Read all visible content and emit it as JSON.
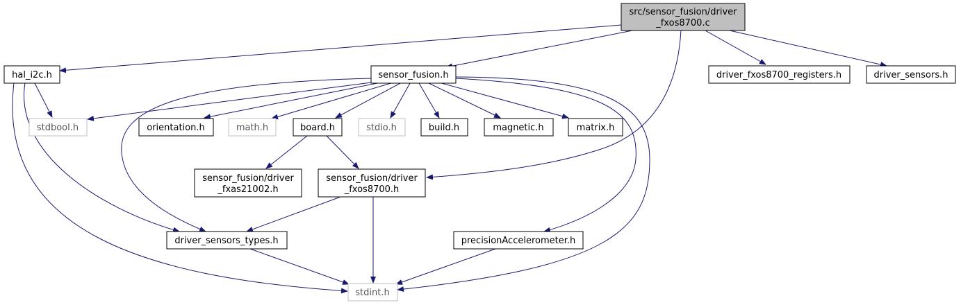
{
  "graph": {
    "colors": {
      "edge": "#191970",
      "node_border": "#000000",
      "node_fill": "#ffffff",
      "root_fill": "#bfbfbf",
      "external_border": "#bfbfbf",
      "external_text": "#555555"
    },
    "nodes": {
      "root": {
        "line1": "src/sensor_fusion/driver",
        "line2": "_fxos8700.c"
      },
      "hal_i2c": {
        "label": "hal_i2c.h"
      },
      "sensor_fusion": {
        "label": "sensor_fusion.h"
      },
      "driver_fxos8700_registers": {
        "label": "driver_fxos8700_registers.h"
      },
      "driver_sensors": {
        "label": "driver_sensors.h"
      },
      "stdbool": {
        "label": "stdbool.h"
      },
      "orientation": {
        "label": "orientation.h"
      },
      "math": {
        "label": "math.h"
      },
      "board": {
        "label": "board.h"
      },
      "stdio": {
        "label": "stdio.h"
      },
      "build": {
        "label": "build.h"
      },
      "magnetic": {
        "label": "magnetic.h"
      },
      "matrix": {
        "label": "matrix.h"
      },
      "driver_fxas21002": {
        "line1": "sensor_fusion/driver",
        "line2": "_fxas21002.h"
      },
      "driver_fxos8700_h": {
        "line1": "sensor_fusion/driver",
        "line2": "_fxos8700.h"
      },
      "driver_sensors_types": {
        "label": "driver_sensors_types.h"
      },
      "precisionAccelerometer": {
        "label": "precisionAccelerometer.h"
      },
      "stdint": {
        "label": "stdint.h"
      }
    },
    "edges": [
      [
        "root",
        "hal_i2c"
      ],
      [
        "root",
        "sensor_fusion"
      ],
      [
        "root",
        "driver_fxos8700_h"
      ],
      [
        "root",
        "driver_fxos8700_registers"
      ],
      [
        "root",
        "driver_sensors"
      ],
      [
        "hal_i2c",
        "stdbool"
      ],
      [
        "hal_i2c",
        "driver_sensors_types"
      ],
      [
        "hal_i2c",
        "stdint"
      ],
      [
        "sensor_fusion",
        "stdbool"
      ],
      [
        "sensor_fusion",
        "orientation"
      ],
      [
        "sensor_fusion",
        "math"
      ],
      [
        "sensor_fusion",
        "board"
      ],
      [
        "sensor_fusion",
        "stdio"
      ],
      [
        "sensor_fusion",
        "build"
      ],
      [
        "sensor_fusion",
        "magnetic"
      ],
      [
        "sensor_fusion",
        "matrix"
      ],
      [
        "sensor_fusion",
        "driver_sensors_types"
      ],
      [
        "sensor_fusion",
        "precisionAccelerometer"
      ],
      [
        "sensor_fusion",
        "stdint"
      ],
      [
        "board",
        "driver_fxas21002"
      ],
      [
        "board",
        "driver_fxos8700_h"
      ],
      [
        "driver_fxos8700_h",
        "driver_sensors_types"
      ],
      [
        "driver_fxos8700_h",
        "stdint"
      ],
      [
        "driver_sensors_types",
        "stdint"
      ],
      [
        "precisionAccelerometer",
        "stdint"
      ]
    ]
  }
}
